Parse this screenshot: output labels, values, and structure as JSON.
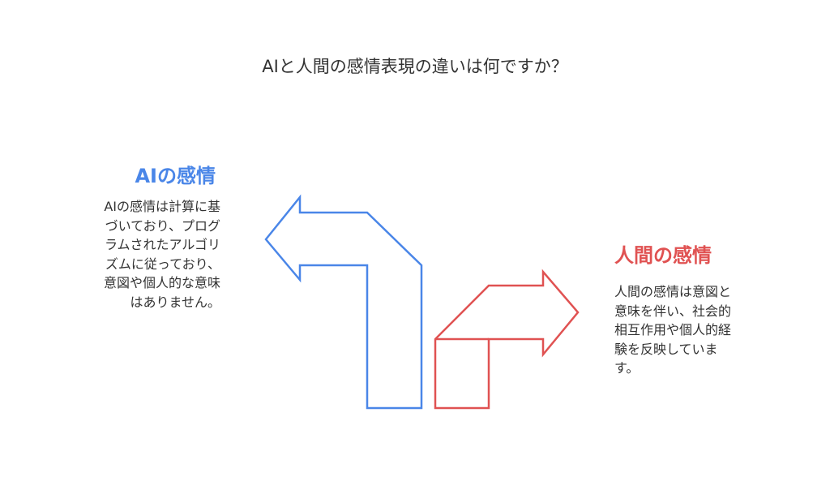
{
  "title": "AIと人間の感情表現の違いは何ですか？",
  "ai": {
    "heading": "AIの感情",
    "lines": [
      "AIの感情は計算に基",
      "づいており、プログ",
      "ラムされたアルゴリ",
      "ズムに従っており、",
      "意図や個人的な意味",
      "はありません。"
    ],
    "color": "#4a86e8"
  },
  "human": {
    "heading": "人間の感情",
    "lines": [
      "人間の感情は意図と",
      "意味を伴い、社会的",
      "相互作用や個人的経",
      "験を反映していま",
      "す。"
    ],
    "color": "#e05252"
  }
}
